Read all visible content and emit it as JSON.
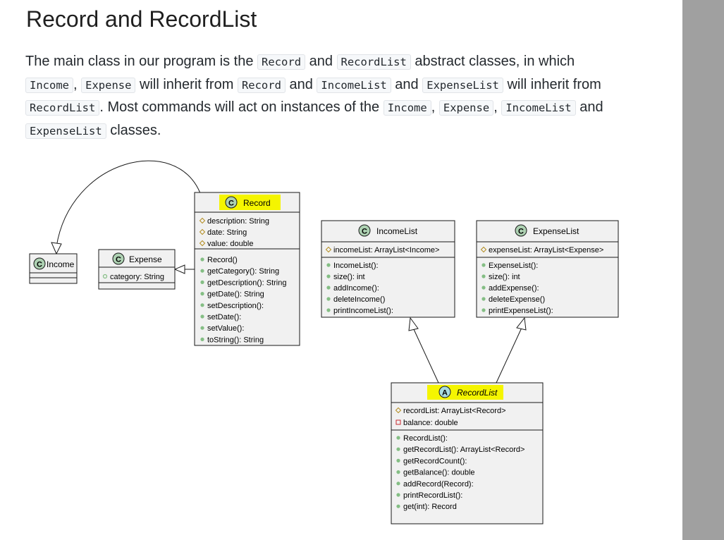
{
  "heading": "Record and RecordList",
  "paragraph": [
    {
      "t": "The main class in our program is the "
    },
    {
      "c": "Record"
    },
    {
      "t": " and "
    },
    {
      "c": "RecordList"
    },
    {
      "t": " abstract classes, in which "
    },
    {
      "c": "Income"
    },
    {
      "t": ", "
    },
    {
      "c": "Expense"
    },
    {
      "t": " will inherit from "
    },
    {
      "c": "Record"
    },
    {
      "t": " and "
    },
    {
      "c": "IncomeList"
    },
    {
      "t": " and "
    },
    {
      "c": "ExpenseList"
    },
    {
      "t": " will inherit from "
    },
    {
      "c": "RecordList"
    },
    {
      "t": ". Most commands will act on instances of the "
    },
    {
      "c": "Income"
    },
    {
      "t": ", "
    },
    {
      "c": "Expense"
    },
    {
      "t": ", "
    },
    {
      "c": "IncomeList"
    },
    {
      "t": " and "
    },
    {
      "c": "ExpenseList"
    },
    {
      "t": " classes."
    }
  ],
  "uml": {
    "classes": {
      "income": {
        "stereotype": "C",
        "name": "Income",
        "attributes": [],
        "methods": []
      },
      "expense": {
        "stereotype": "C",
        "name": "Expense",
        "attributes": [
          "category: String"
        ],
        "methods": []
      },
      "record": {
        "stereotype": "C",
        "name": "Record",
        "highlight": true,
        "attributes": [
          "description: String",
          "date: String",
          "value: double"
        ],
        "methods": [
          "Record()",
          "getCategory(): String",
          "getDescription(): String",
          "getDate(): String",
          "setDescription():",
          "setDate():",
          "setValue():",
          "toString(): String"
        ]
      },
      "incomelist": {
        "stereotype": "C",
        "name": "IncomeList",
        "attributes": [
          "incomeList: ArrayList<Income>"
        ],
        "methods": [
          "IncomeList():",
          "size(): int",
          "addIncome():",
          "deleteIncome()",
          "printIncomeList():"
        ]
      },
      "expenselist": {
        "stereotype": "C",
        "name": "ExpenseList",
        "attributes": [
          "expenseList: ArrayList<Expense>"
        ],
        "methods": [
          "ExpenseList():",
          "size(): int",
          "addExpense():",
          "deleteExpense()",
          "printExpenseList():"
        ]
      },
      "recordlist": {
        "stereotype": "A",
        "name": "RecordList",
        "highlight": true,
        "italic": true,
        "attributes": [
          "recordList: ArrayList<Record>",
          "balance: double"
        ],
        "methods": [
          "RecordList():",
          "getRecordList(): ArrayList<Record>",
          "getRecordCount():",
          "getBalance(): double",
          "addRecord(Record):",
          "printRecordList():",
          "get(int): Record"
        ]
      }
    },
    "colors": {
      "class_fill": "#f1f1f1",
      "class_border": "#181818",
      "highlight": "#f5f500",
      "circle_c": "#add1b2",
      "circle_a": "#a9dcdf",
      "public_dot": "#84be84",
      "protected_diamond": "#b38d22",
      "private_square": "#c82930"
    }
  }
}
